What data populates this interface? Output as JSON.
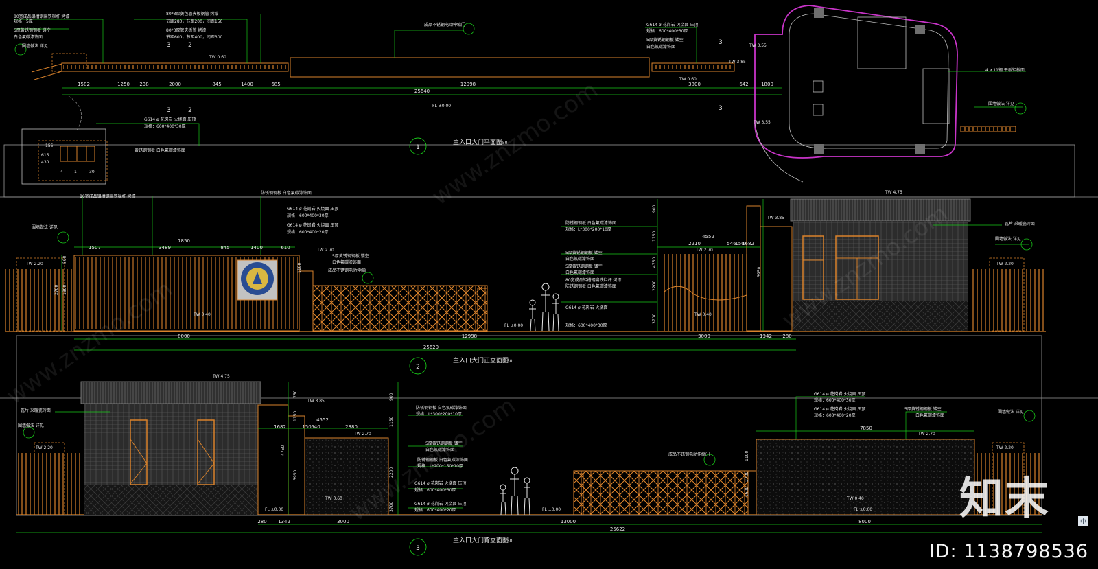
{
  "plan": {
    "title": "主入口大门平面图",
    "scale": "1:50",
    "section_no": "1",
    "section_marks": [
      "3",
      "2",
      "3",
      "2",
      "3",
      "3"
    ],
    "tw_labels": [
      "TW 0.60",
      "TW 0.60",
      "TW 3.85",
      "TW 3.55",
      "TW 3.55"
    ],
    "fl_label": "FL ±0.00",
    "dimensions_top": [
      "1582",
      "1250",
      "238",
      "2000",
      "845",
      "1400",
      "685",
      "12998",
      "3800",
      "642",
      "1800"
    ],
    "overall_dim": "25640",
    "notes_left": [
      "80宽成品铝槽钢扁铁栏杆 烤漆",
      "规格：5厚",
      "5厚黄锈钢钢板 镂空",
      "白色氟碳漆饰面",
      "80*3厚黄色管夹板钢管 烤漆",
      "节距280，节距200，间距150",
      "80*3厚管夹板管 烤漆",
      "节距600，节距400，间距300",
      "黄锈钢钢板 白色氟碳漆饰面",
      "G614 ø 花岗岩 火烧面 压顶",
      "规格：600*400*30厚"
    ],
    "notes_right": [
      "G614 ø 花岗岩 火烧面 压顶",
      "规格：600*400*30厚",
      "5厚黄锈钢钢板 镂空",
      "白色氟碳漆饰面"
    ],
    "callout_gate": "成品不锈钢电动伸缩门",
    "callout_wall": "4 ø 11钢 平板铝板面",
    "callout_fence": "围墙做法 详见",
    "detail_dims": [
      "615",
      "430",
      "155",
      "4",
      "1",
      "30"
    ]
  },
  "front": {
    "title": "主入口大门正立面图",
    "scale": "1:50",
    "section_no": "2",
    "tw_labels": [
      "TW 2.20",
      "TW 2.70",
      "TW 2.70",
      "TW 3.85",
      "TW 4.75",
      "TW 2.20",
      "TW 0.40",
      "TW 0.40"
    ],
    "fl_label": "FL ±0.00",
    "dimensions_top": [
      "1507",
      "3489",
      "7850",
      "845",
      "1400",
      "610",
      "2210",
      "4552",
      "1682",
      "546",
      "150"
    ],
    "dimensions_bottom": [
      "8000",
      "12998",
      "3000",
      "1342",
      "280"
    ],
    "overall_dim": "25620",
    "heights": [
      "900",
      "1150",
      "4750",
      "2200",
      "3950",
      "3700",
      "2700",
      "1800",
      "1100",
      "500"
    ],
    "notes": [
      "5厚黄锈钢钢板 镂空",
      "白色氟碳漆饰面",
      "80宽成品铝槽钢扁铁栏杆 烤漆",
      "防锈钢钢板 白色氟碳漆饰面",
      "G614 ø 花岗岩 火烧面 压顶",
      "规格：600*400*30厚",
      "G614 ø 花岗岩 火烧面 压顶",
      "规格：600*400*20厚"
    ],
    "notes_mid": [
      "防锈钢钢板 白色氟碳漆饰面",
      "规格：L*300*200*10厚",
      "5厚黄锈钢钢板 镂空",
      "白色氟碳漆饰面",
      "5厚黄锈钢钢板 镂空",
      "白色氟碳漆饰面",
      "80宽成品铝槽钢扁铁栏杆 烤漆",
      "防锈钢钢板 白色氟碳漆饰面",
      "G614 ø 花岗岩 火烧面",
      "规格：600*400*30厚"
    ],
    "callout_gate": "成品不锈钢电动伸缩门",
    "callout_roof": "瓦片 采暖瓷砖面",
    "callout_fence": "围墙做法 详见"
  },
  "back": {
    "title": "主入口大门背立面图",
    "scale": "1:50",
    "section_no": "3",
    "tw_labels": [
      "TW 4.75",
      "TW 3.85",
      "TW 2.20",
      "TW 2.70",
      "TW 0.60",
      "TW 2.70",
      "TW 2.20",
      "TW 0.40"
    ],
    "fl_labels": [
      "FL ±0.00",
      "FL ±0.00",
      "FL ±0.00"
    ],
    "dimensions_top": [
      "1682",
      "150",
      "540",
      "2380",
      "4552",
      "7850"
    ],
    "dimensions_bottom": [
      "280",
      "1342",
      "3000",
      "13000",
      "8000"
    ],
    "overall_dim": "25622",
    "heights": [
      "900",
      "1150",
      "4750",
      "3950",
      "2200",
      "3700",
      "750",
      "1150",
      "1100",
      "2700",
      "1600"
    ],
    "notes": [
      "防锈钢钢板 白色氟碳漆饰面",
      "规格：L*300*200*10厚",
      "5厚黄锈钢钢板 镂空",
      "白色氟碳漆饰面",
      "防锈钢钢板 白色氟碳漆饰面",
      "规格：L*200*150*10厚",
      "G614 ø 花岗岩 火烧面 压顶",
      "规格：600*400*30厚",
      "G614 ø 花岗岩 火烧面 压顶",
      "规格：600*400*20厚"
    ],
    "notes_right": [
      "G614 ø 花岗岩 火烧面 压顶",
      "规格：600*400*30厚",
      "G614 ø 花岗岩 火烧面 压顶",
      "规格：600*400*20厚",
      "5厚黄锈钢钢板 镂空",
      "白色氟碳漆饰面"
    ],
    "callout_gate": "成品不锈钢电动伸缩门",
    "callout_roof": "瓦片 采暖瓷砖面",
    "callout_fence": "围墙做法 详见"
  },
  "watermark": {
    "brand": "知末",
    "id": "ID: 1138798536",
    "site": "www.znzmo.com",
    "ime": "中"
  },
  "colors": {
    "background": "#000000",
    "leader": "#19c819",
    "fence": "#d9822b",
    "building": "#6e6e6e",
    "grid": "#bfbfbf",
    "accent": "#c934c9",
    "text": "#e8e8e8"
  }
}
